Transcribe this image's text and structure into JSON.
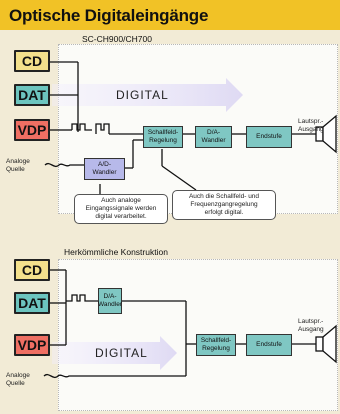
{
  "title": "Optische Digitaleingänge",
  "top_section": {
    "model": "SC-CH900/CH700",
    "sources": [
      "CD",
      "DAT",
      "VDP"
    ],
    "digital_label": "DIGITAL",
    "blocks": {
      "ad": "A/D-\nWandler",
      "schallfeld": "Schallfeld-\nRegelung",
      "da": "D/A-\nWandler",
      "endstufe": "Endstufe"
    },
    "analog_label": "Analoge\nQuelle",
    "speaker_label": "Lautspr.-\nAusgang",
    "note_left": "Auch analoge\nEingangssignale werden\ndigital verarbeitet.",
    "note_right": "Auch die Schallfeld- und\nFrequenzgangregelung\nerfolgt digital."
  },
  "bottom_section": {
    "title": "Herkömmliche Konstruktion",
    "sources": [
      "CD",
      "DAT",
      "VDP"
    ],
    "digital_label": "DIGITAL",
    "blocks": {
      "da": "D/A-\nWandler",
      "schallfeld": "Schallfeld-\nRegelung",
      "endstufe": "Endstufe"
    },
    "analog_label": "Analoge\nQuelle",
    "speaker_label": "Lautspr.-\nAusgang"
  },
  "colors": {
    "title_bar": "#f1c226",
    "cd": "#f3e08c",
    "dat": "#6cc4bf",
    "vdp": "#ef6f63",
    "block_teal": "#7fc7c3",
    "block_ad": "#b7b9ea"
  }
}
